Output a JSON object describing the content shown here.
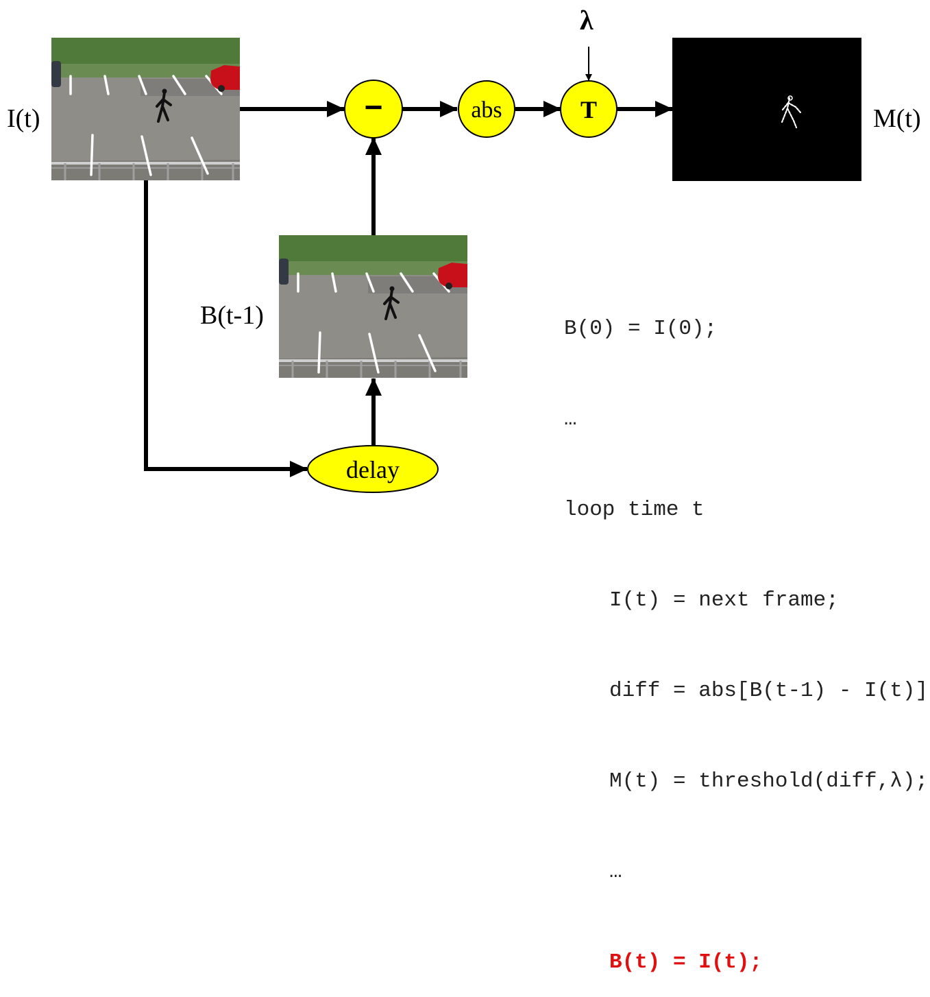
{
  "labels": {
    "input_frame": "I(t)",
    "output_mask": "M(t)",
    "background": "B(t-1)",
    "lambda": "λ"
  },
  "nodes": {
    "subtract": "−",
    "abs": "abs",
    "threshold": "T",
    "delay": "delay"
  },
  "code": {
    "line1": "B(0) = I(0);",
    "line2": "…",
    "line3": "loop time t",
    "line4": "I(t) = next frame;",
    "line5": "diff = abs[B(t-1) - I(t)];",
    "line6": "M(t) = threshold(diff,λ);",
    "line7": "…",
    "line8": "B(t) = I(t);"
  },
  "colors": {
    "node_fill": "#ffff00",
    "highlight": "#e01010",
    "mask_bg": "#000000"
  }
}
